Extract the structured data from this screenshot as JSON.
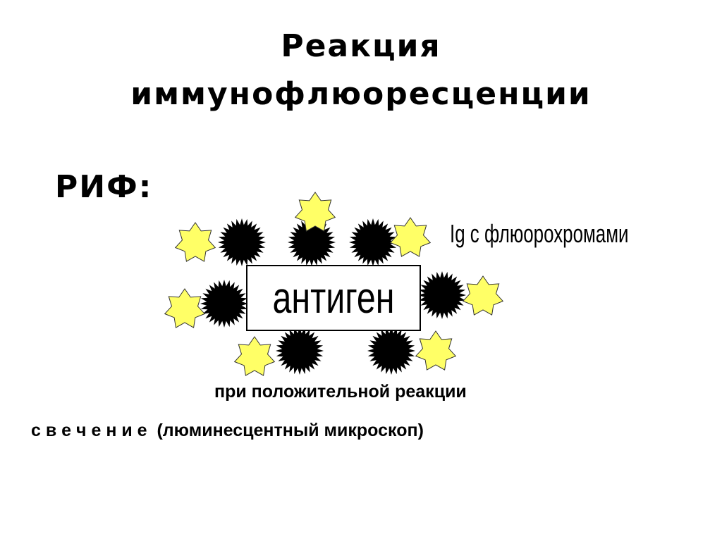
{
  "title": {
    "line1": "Реакция",
    "line2": "иммунофлюоресценции"
  },
  "abbreviation": "РИФ:",
  "diagram": {
    "antigen_label": "антиген",
    "immunoglobulin_label": "Ig  с флюорохромами",
    "colors": {
      "antibody": "#000000",
      "fluorochrome": "#ffff66",
      "fluorochrome_outline": "#333333",
      "antigen_box_border": "#000000"
    }
  },
  "notes": {
    "positive_reaction": "при положительной реакции",
    "glow": "с в е ч е н и е  (люминесцентный микроскоп)"
  }
}
